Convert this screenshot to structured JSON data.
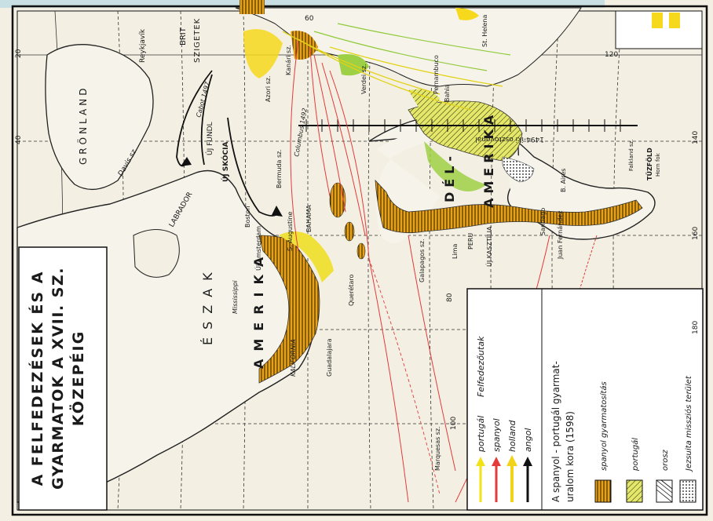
{
  "title_lines": [
    "A FELFEDEZÉSEK ÉS A",
    "GYARMATOK A XVII. SZ.",
    "KÖZEPÉIG"
  ],
  "legend": {
    "routes": [
      {
        "label": "portugál",
        "color": "#f2e21a"
      },
      {
        "label": "spanyol",
        "color": "#e53b3b"
      },
      {
        "label": "holland",
        "color": "#f3d21a"
      },
      {
        "label": "angol",
        "color": "#111111"
      }
    ],
    "routes_heading": "Felfedezőutak",
    "era_line1": "A spanyol - portugál gyarmat-",
    "era_line2": "uralom kora (1598)",
    "patterns": [
      {
        "label": "spanyol gyarmatosítás"
      },
      {
        "label": "portugál"
      },
      {
        "label": "orosz"
      },
      {
        "label": "Jezsuita missziós terület"
      }
    ]
  },
  "colors": {
    "portuguese_yellow": "#f0e03a",
    "spanish_orange": "#e8a21a",
    "dutch_yellow": "#f6d81c",
    "green": "#9ed045",
    "route_red": "#e33a3a",
    "paper": "#f3f0e3"
  },
  "places": {
    "gronland": "GRÖNLAND",
    "reykjavik": "Reykjavík",
    "brit": "BRIT",
    "szigetek": "SZIGETEK",
    "davis": "Davis sz.",
    "labrador": "LABRADOR",
    "uj_fundl": "ÚJ FUNDL",
    "uj_skocia": "ÚJ SKÓCIA",
    "cabot": "Cabot 1497",
    "boston": "Boston",
    "uj_amsterdam": "Új Amsterdam",
    "bermuda": "Bermuda sz.",
    "columbus": "Columbus 1492",
    "st_augustine": "S. Augustine",
    "bahama": "BAHAMA",
    "mississippi": "Mississippi",
    "eszak": "ÉSZAK",
    "amerika": "AMERIKA",
    "kalifornia": "KALIFORNIA",
    "guadalajara": "Guadalajara",
    "queretaro": "Querétaro",
    "del": "DÉL-",
    "amerika_del": "AMERIKA",
    "azorok": "Azori sz.",
    "kanari": "Kanári sz.",
    "verdei": "Verdei sz.",
    "pernambuco": "Pernambuco",
    "bahia": "Bahia",
    "peru": "PERU",
    "lima": "Lima",
    "uj_kasztilia": "ÚJ KASZTÍLIA",
    "galapagos": "Galapagos sz.",
    "marquesas": "Marquesas sz.",
    "b_aires": "B. Aires",
    "santiago": "Santiago",
    "juan_fernandez": "Juan Fernández",
    "tuzfold": "TŰZFÖLD",
    "horn": "Horn fok",
    "falkland": "Falkland sz.",
    "hatar": "1494-iki osztóvonal",
    "st_helena": "St. Helena"
  },
  "grid_labels": [
    "20",
    "40",
    "60",
    "80",
    "100",
    "120",
    "140",
    "160",
    "180"
  ]
}
